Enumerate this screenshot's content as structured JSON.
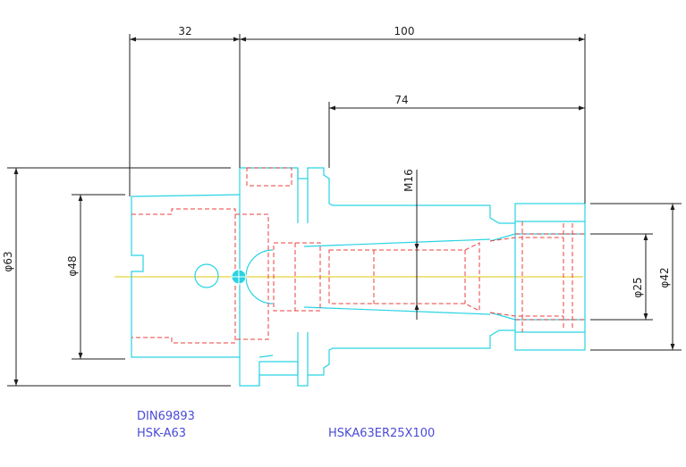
{
  "dimensions": {
    "flange_length": "32",
    "total_length": "100",
    "body_length": "74",
    "thread": "M16",
    "dia_flange": "φ63",
    "dia_taper": "φ48",
    "dia_nut": "φ42",
    "dia_collet": "φ25"
  },
  "notes": {
    "standard": "DIN69893",
    "interface": "HSK-A63",
    "part_number": "HSKA63ER25X100"
  },
  "colors": {
    "outline": "#29d3e3",
    "hidden": "#e8413d",
    "dimension": "#1e1e1e",
    "centerline": "#e6d23a",
    "note": "#4b4bd6"
  }
}
